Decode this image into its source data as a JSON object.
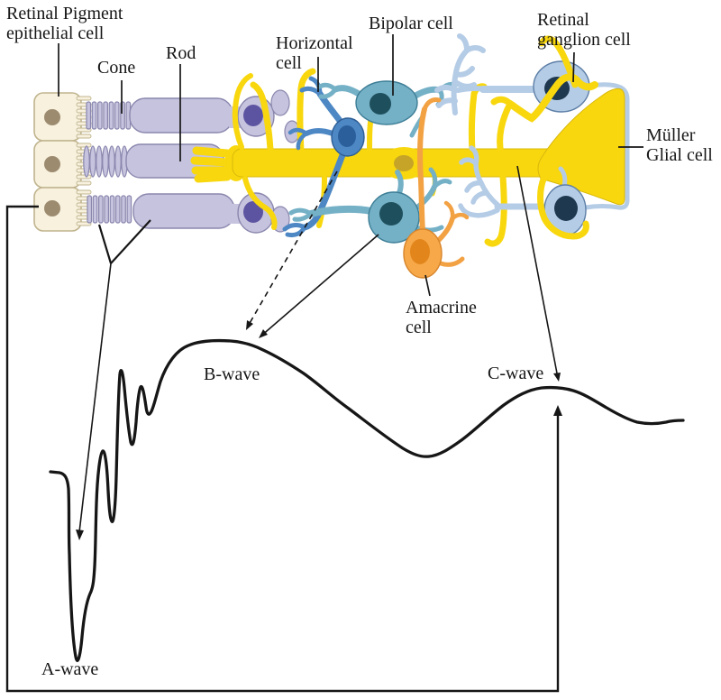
{
  "diagram": {
    "background": "#ffffff",
    "cell_labels": {
      "rpe": "Retinal Pigment\nepithelial cell",
      "cone": "Cone",
      "rod": "Rod",
      "horizontal": "Horizontal\ncell",
      "bipolar": "Bipolar cell",
      "ganglion": "Retinal\nganglion cell",
      "muller": "Müller\nGlial cell",
      "amacrine": "Amacrine\ncell"
    },
    "wave_labels": {
      "a_wave": "A-wave",
      "b_wave": "B-wave",
      "c_wave": "C-wave"
    },
    "colors": {
      "rpe_fill": "#f7f1de",
      "rpe_nucleus": "#9d8b70",
      "photoreceptor_fill": "#c6c3de",
      "photoreceptor_nucleus": "#5d54a1",
      "muller_fill": "#f8d70e",
      "muller_nucleus": "#c5a428",
      "horizontal_cell_fill": "#4d87c4",
      "horizontal_cell_nucleus": "#2a5f9b",
      "bipolar_fill": "#74b0c6",
      "bipolar_nucleus": "#1e4f5c",
      "ganglion_fill": "#b5cce6",
      "ganglion_nucleus": "#1e3850",
      "amacrine_fill": "#f7a94a",
      "amacrine_nucleus": "#e2861c",
      "line_color": "#161616"
    }
  }
}
